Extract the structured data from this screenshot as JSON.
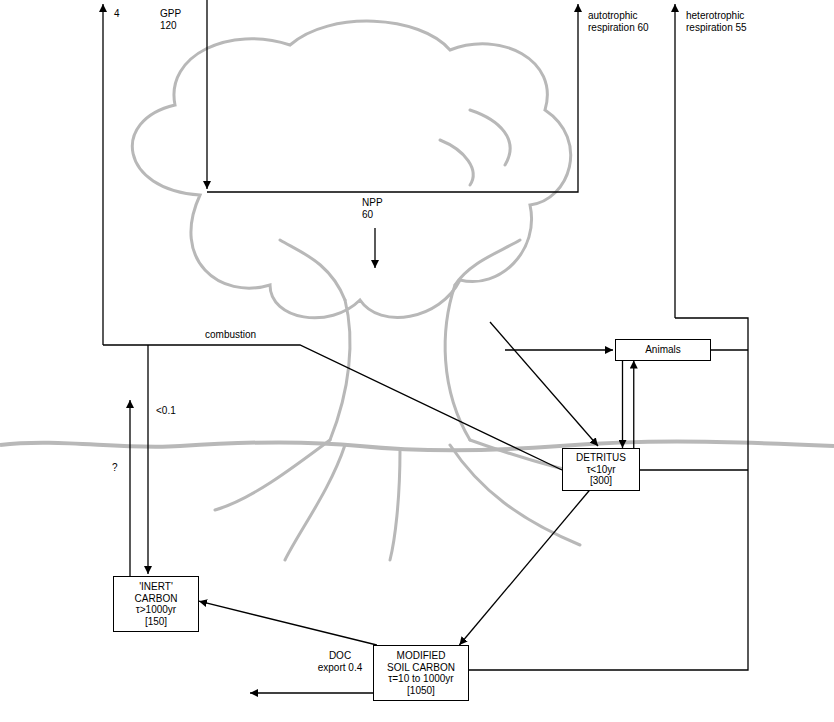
{
  "diagram": {
    "nodes": [
      {
        "text": [
          "Animals"
        ]
      },
      {
        "text": [
          "DETRITUS",
          "τ<10yr",
          "[300]"
        ]
      },
      {
        "text": [
          "'INERT' CARBON",
          "τ>1000yr",
          "[150]"
        ]
      },
      {
        "text": [
          "MODIFIED SOIL CARBON",
          "τ=10 to 1000yr",
          "[1050]"
        ]
      }
    ],
    "edges": [
      {
        "from": 0,
        "to": 1,
        "arrow": "to"
      },
      {
        "from": 1,
        "to": 0,
        "arrow": "to"
      },
      {
        "from": 1,
        "to": 3,
        "arrow": "to"
      },
      {
        "from": 3,
        "to": 2,
        "arrow": "to"
      }
    ],
    "labels": [
      "4",
      "GPP 120",
      "autotrophic respiration 60",
      "heterotrophic respiration 55",
      "NPP 60",
      "combustion",
      "<0.1",
      "?",
      "DOC export 0.4"
    ]
  }
}
